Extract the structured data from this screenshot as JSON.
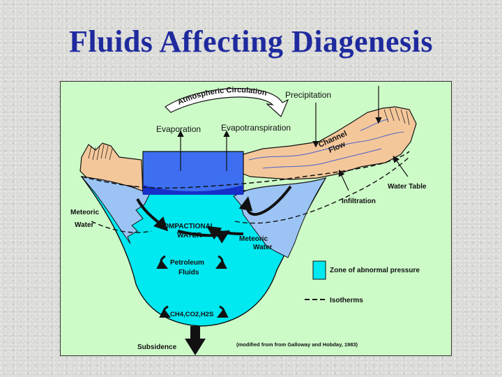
{
  "title": "Fluids Affecting Diagenesis",
  "labels": {
    "atmospheric": "Atmospheric Circulation",
    "precipitation": "Precipitation",
    "evaporation": "Evaporation",
    "evapotranspiration": "Evapotranspiration",
    "channel_line1": "Channel",
    "channel_line2": "Flow",
    "water_table": "Water Table",
    "infiltration": "Infiltration",
    "meteoric_left_1": "Meteoric",
    "meteoric_left_2": "Water",
    "meteoric_right_1": "Meteoric",
    "meteoric_right_2": "Water",
    "compactional_1": "COMPACTIONAL",
    "compactional_2": "WATER",
    "petroleum_1": "Petroleum",
    "petroleum_2": "Fluids",
    "gases": "CH4,CO2,H2S",
    "subsidence": "Subsidence"
  },
  "legend": {
    "abnormal_pressure": "Zone of abnormal pressure",
    "isotherms": "Isotherms"
  },
  "source": "(modified from from Galloway and Hobday, 1983)",
  "colors": {
    "title": "#1f2a9e",
    "panel": "#cdfbc8",
    "land": "#f4c79a",
    "lake": "#3d6ff0",
    "basin": "#00e8f0",
    "meteoric_zone": "#9bc4f5"
  }
}
